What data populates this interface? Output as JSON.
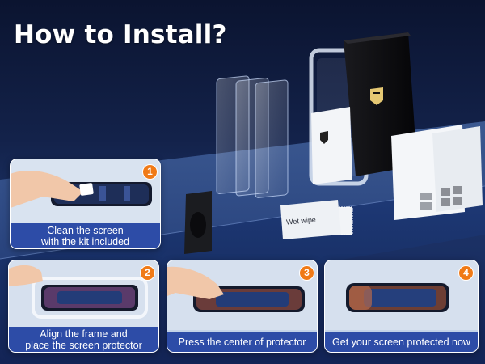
{
  "headline": "How to Install?",
  "steps": [
    {
      "number": "1",
      "caption_line1": "Clean the screen",
      "caption_line2": "with the kit included"
    },
    {
      "number": "2",
      "caption_line1": "Align the frame and",
      "caption_line2": "place the screen protector"
    },
    {
      "number": "3",
      "caption_line1": "Press the center of protector"
    },
    {
      "number": "4",
      "caption_line1": "Get your screen protected now"
    }
  ],
  "kit": {
    "wipe_label": "Wet wipe",
    "box_logo_icon": "shield-logo-icon"
  },
  "colors": {
    "caption_band": "#2d4ca7",
    "step_badge": "#f07a17",
    "background_dark": "#0b1430"
  }
}
